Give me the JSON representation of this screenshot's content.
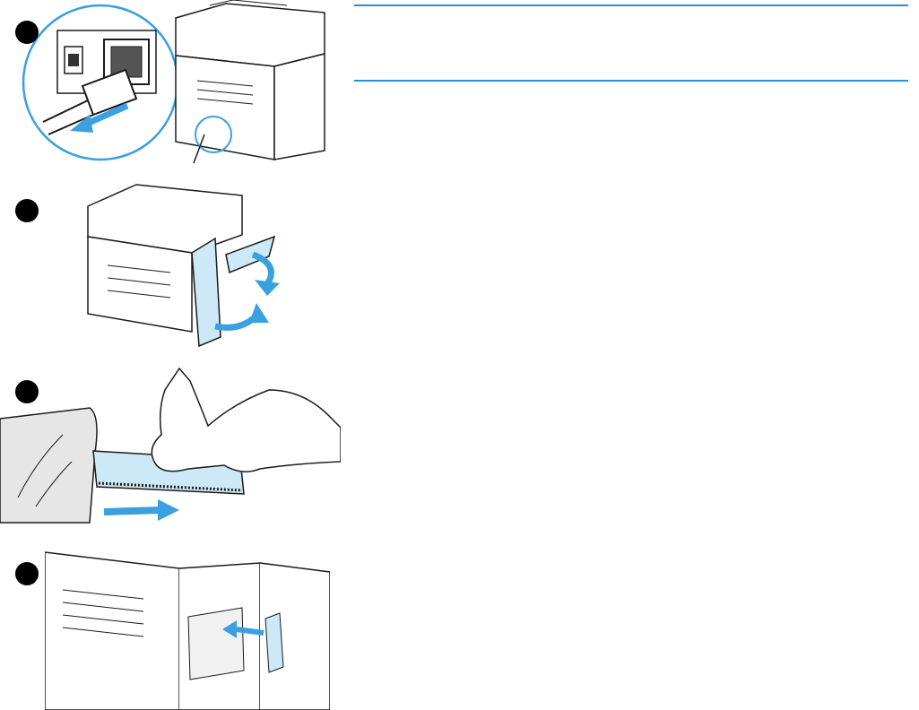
{
  "document": {
    "type": "illustrated-procedure",
    "steps": [
      {
        "number": "",
        "icon": "unplug-power-cord-illustration",
        "arrow_color": "#3aa0e0"
      },
      {
        "number": "",
        "icon": "open-side-door-illustration",
        "arrow_color": "#3aa0e0"
      },
      {
        "number": "",
        "icon": "remove-dimm-from-bag-illustration",
        "arrow_color": "#3aa0e0"
      },
      {
        "number": "",
        "icon": "insert-dimm-illustration",
        "arrow_color": "#3aa0e0"
      }
    ],
    "note_box": {
      "color": "#2a8fd3",
      "text": ""
    }
  },
  "colors": {
    "accent": "#3aa0e0",
    "part_fill": "#cde8f6",
    "bag_fill": "#e6e6e6",
    "line": "#1a1a1a"
  }
}
